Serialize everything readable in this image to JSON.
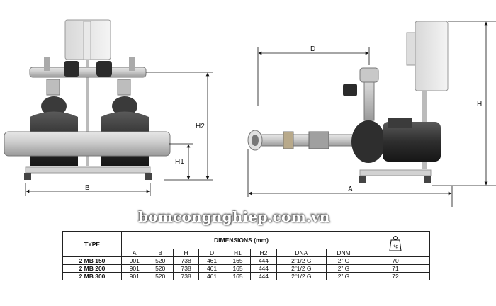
{
  "watermark": "bomcongnghiep.com.vn",
  "dimension_labels": {
    "a": "A",
    "b": "B",
    "d": "D",
    "h": "H",
    "h1": "H1",
    "h2": "H2"
  },
  "table": {
    "type_header": "TYPE",
    "group_header": "DIMENSIONS (mm)",
    "weight_icon_text": "Kg",
    "columns": [
      "A",
      "B",
      "H",
      "D",
      "H1",
      "H2",
      "DNA",
      "DNM"
    ],
    "rows": [
      {
        "type": "2 MB 150",
        "values": [
          "901",
          "520",
          "738",
          "461",
          "165",
          "444",
          "2”1/2 G",
          "2” G"
        ],
        "weight": "70"
      },
      {
        "type": "2 MB 200",
        "values": [
          "901",
          "520",
          "738",
          "461",
          "165",
          "444",
          "2”1/2 G",
          "2” G"
        ],
        "weight": "71"
      },
      {
        "type": "2 MB 300",
        "values": [
          "901",
          "520",
          "738",
          "461",
          "165",
          "444",
          "2”1/2 G",
          "2” G"
        ],
        "weight": "72"
      }
    ]
  }
}
